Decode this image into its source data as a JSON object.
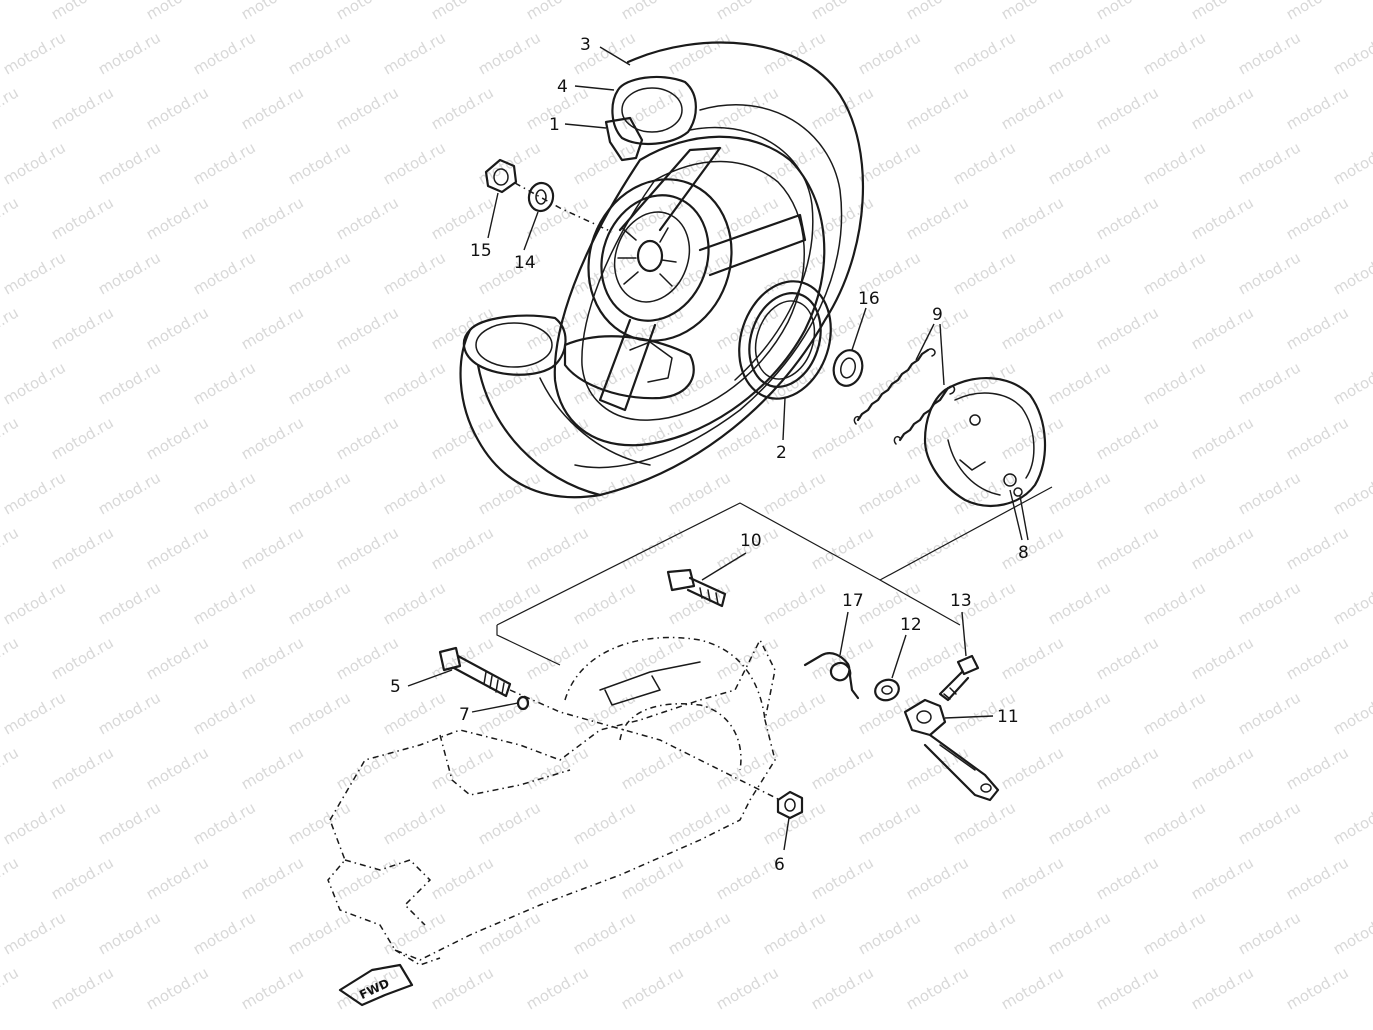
{
  "watermark": {
    "text": "motod.ru",
    "color": "#b9b9b9"
  },
  "diagram": {
    "ink_color": "#1a1a1a",
    "fwd_label": "FWD",
    "callouts": [
      {
        "id": "c1",
        "label": "1"
      },
      {
        "id": "c2",
        "label": "2"
      },
      {
        "id": "c3",
        "label": "3"
      },
      {
        "id": "c4",
        "label": "4"
      },
      {
        "id": "c5",
        "label": "5"
      },
      {
        "id": "c6",
        "label": "6"
      },
      {
        "id": "c7",
        "label": "7"
      },
      {
        "id": "c8",
        "label": "8"
      },
      {
        "id": "c9",
        "label": "9"
      },
      {
        "id": "c10",
        "label": "10"
      },
      {
        "id": "c11",
        "label": "11"
      },
      {
        "id": "c12",
        "label": "12"
      },
      {
        "id": "c13",
        "label": "13"
      },
      {
        "id": "c14",
        "label": "14"
      },
      {
        "id": "c15",
        "label": "15"
      },
      {
        "id": "c16",
        "label": "16"
      },
      {
        "id": "c17",
        "label": "17"
      }
    ]
  }
}
